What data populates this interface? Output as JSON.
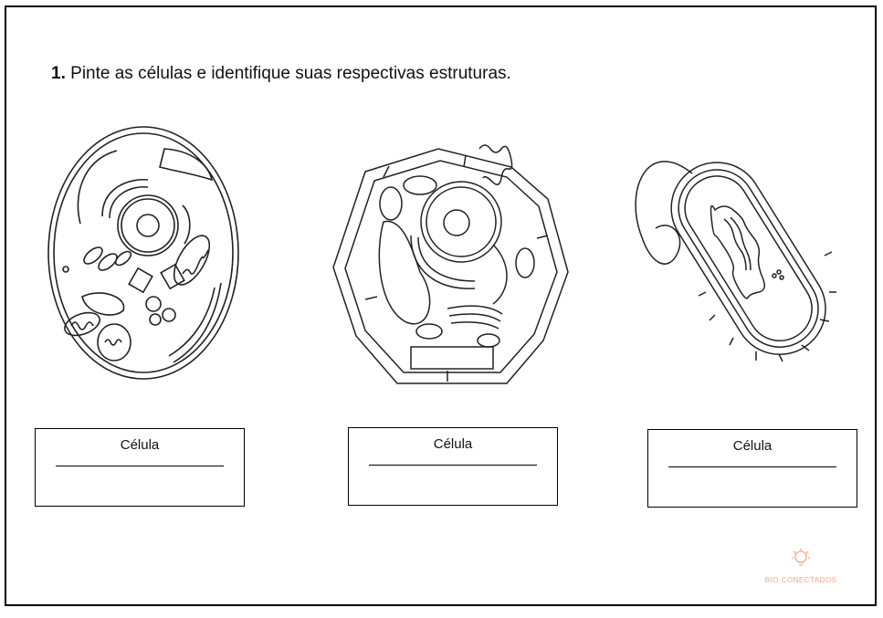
{
  "question": {
    "number": "1.",
    "text": "Pinte as células e identifique suas respectivas estruturas."
  },
  "cells": [
    {
      "label_title": "Célula",
      "blank": "______________________",
      "icon": "animal-cell-icon"
    },
    {
      "label_title": "Célula",
      "blank": "______________________",
      "icon": "plant-cell-icon"
    },
    {
      "label_title": "Célula",
      "blank": "______________________",
      "icon": "bacterial-cell-icon"
    }
  ],
  "logo": {
    "text": "BIO.CONECTADOS",
    "color": "#f2a98a"
  }
}
